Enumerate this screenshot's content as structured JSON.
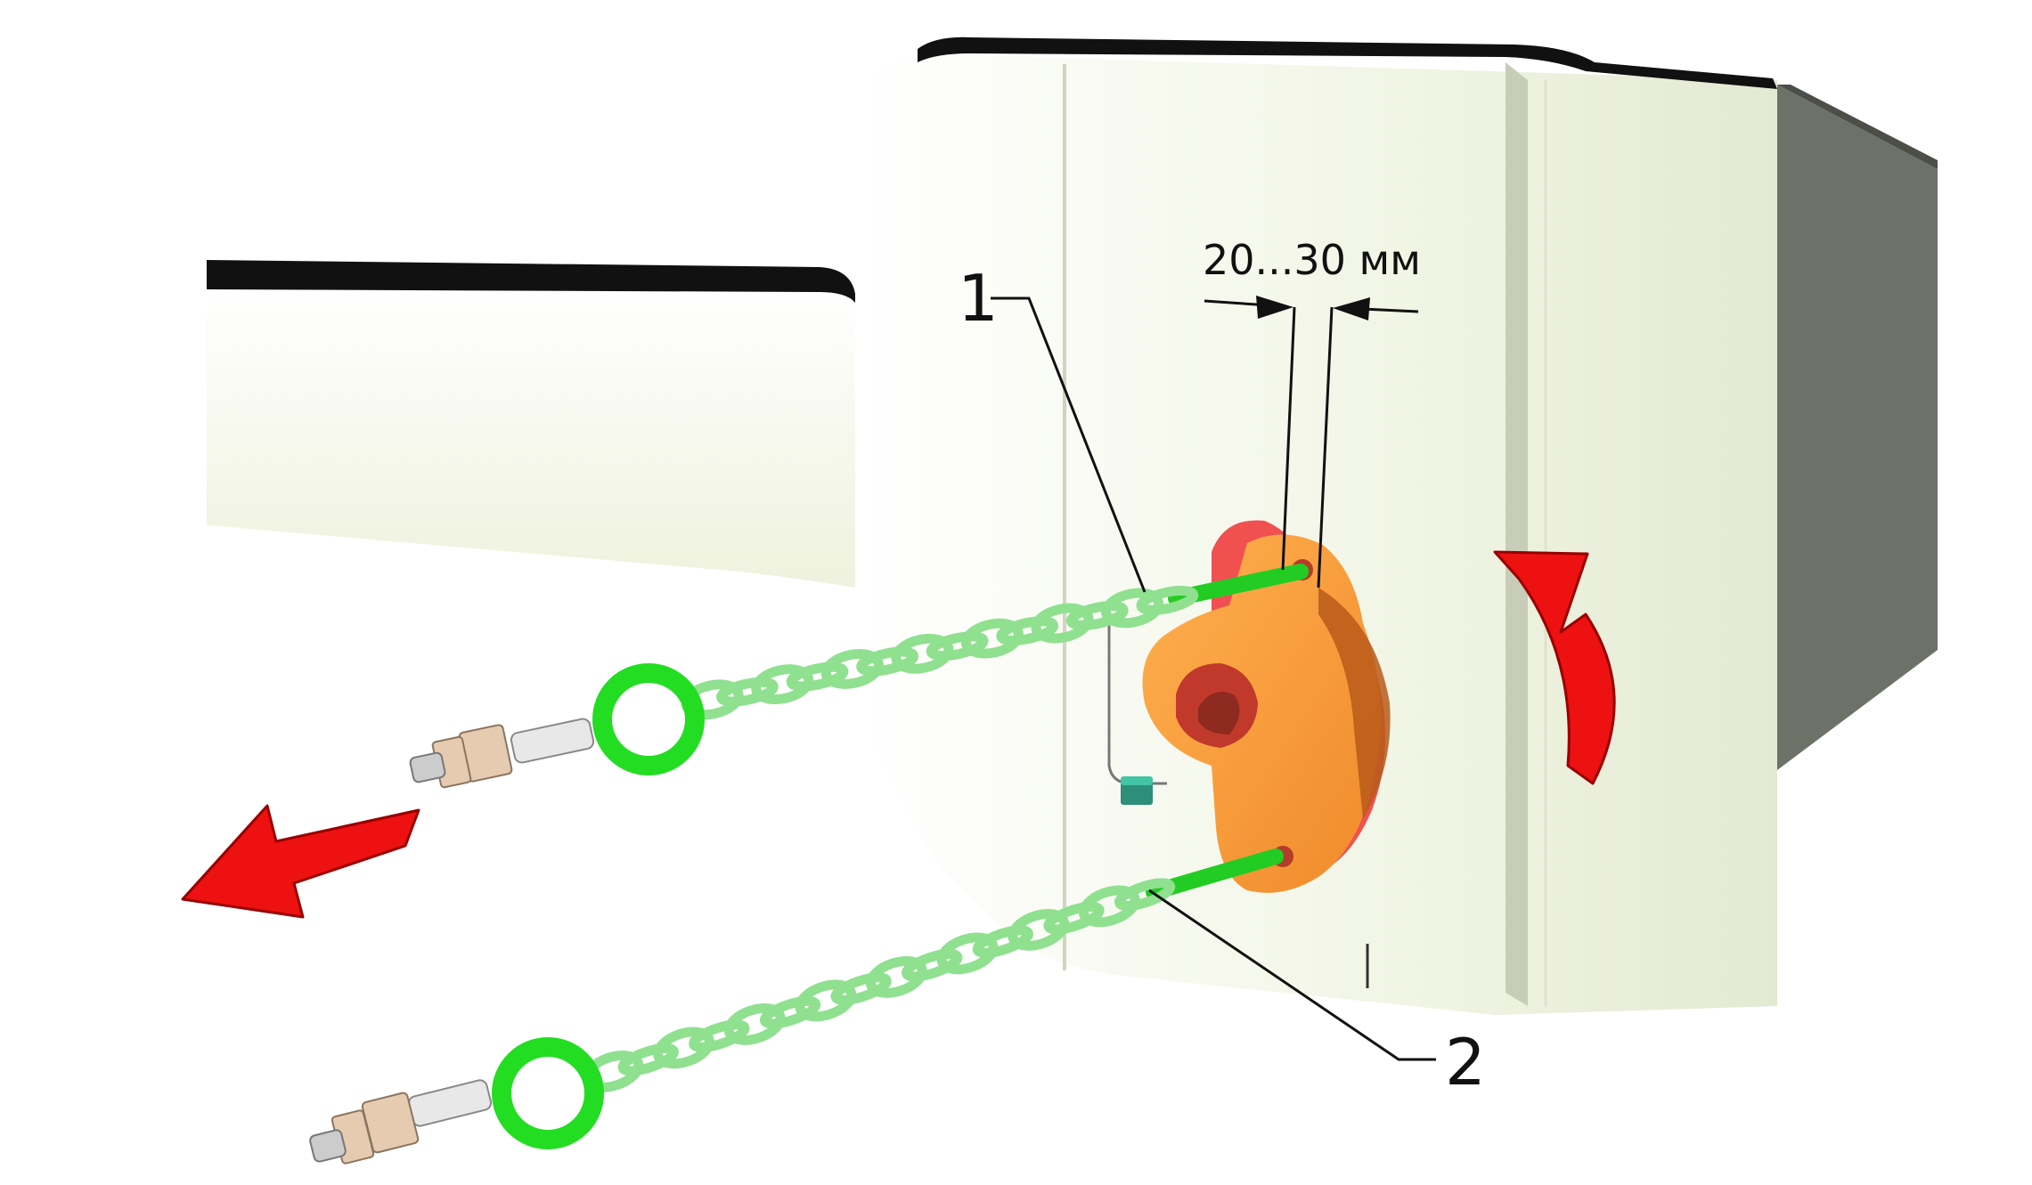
{
  "labels": {
    "dimension": "20...30 мм",
    "callout_1": "1",
    "callout_2": "2"
  },
  "colors": {
    "chain": "#8fe08f",
    "chain_rod": "#22cc22",
    "ring": "#22dd22",
    "cam_orange": "#f7a040",
    "cam_red": "#f05050",
    "arrow_red": "#ee1111",
    "frame_light": "#f3f6e8",
    "frame_shade": "#6d7268",
    "frame_dark": "#111111"
  },
  "icons": {
    "pull_direction": "arrow-left-down-icon",
    "rotation_direction": "curved-arrow-up-icon"
  }
}
